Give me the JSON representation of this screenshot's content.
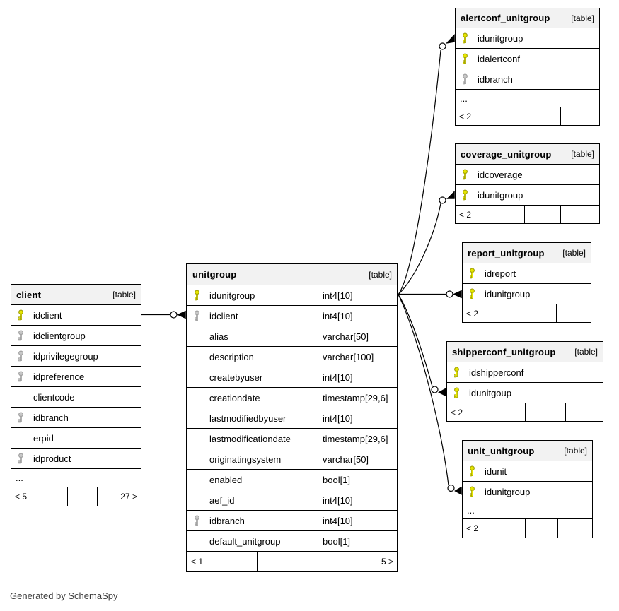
{
  "credit": "Generated by SchemaSpy",
  "colors": {
    "primary_key": "#e6e600",
    "primary_key_outline": "#999900",
    "foreign_key": "#c8c8c8",
    "foreign_key_outline": "#9a9a9a",
    "header_bg": "#f2f2f2",
    "border": "#000000"
  },
  "tables": [
    {
      "id": "client",
      "name": "client",
      "tag": "[table]",
      "rows": [
        {
          "field": "idclient",
          "key": "pk"
        },
        {
          "field": "idclientgroup",
          "key": "fk"
        },
        {
          "field": "idprivilegegroup",
          "key": "fk"
        },
        {
          "field": "idpreference",
          "key": "fk"
        },
        {
          "field": "clientcode",
          "key": ""
        },
        {
          "field": "idbranch",
          "key": "fk"
        },
        {
          "field": "erpid",
          "key": ""
        },
        {
          "field": "idproduct",
          "key": "fk"
        }
      ],
      "ellipsis": "...",
      "footer": {
        "left": "< 5",
        "mid": "",
        "right": "27 >"
      }
    },
    {
      "id": "unitgroup",
      "name": "unitgroup",
      "tag": "[table]",
      "rows": [
        {
          "field": "idunitgroup",
          "key": "pk",
          "type": "int4[10]"
        },
        {
          "field": "idclient",
          "key": "fk",
          "type": "int4[10]"
        },
        {
          "field": "alias",
          "key": "",
          "type": "varchar[50]"
        },
        {
          "field": "description",
          "key": "",
          "type": "varchar[100]"
        },
        {
          "field": "createbyuser",
          "key": "",
          "type": "int4[10]"
        },
        {
          "field": "creationdate",
          "key": "",
          "type": "timestamp[29,6]"
        },
        {
          "field": "lastmodifiedbyuser",
          "key": "",
          "type": "int4[10]"
        },
        {
          "field": "lastmodificationdate",
          "key": "",
          "type": "timestamp[29,6]"
        },
        {
          "field": "originatingsystem",
          "key": "",
          "type": "varchar[50]"
        },
        {
          "field": "enabled",
          "key": "",
          "type": "bool[1]"
        },
        {
          "field": "aef_id",
          "key": "",
          "type": "int4[10]"
        },
        {
          "field": "idbranch",
          "key": "fk",
          "type": "int4[10]"
        },
        {
          "field": "default_unitgroup",
          "key": "",
          "type": "bool[1]"
        }
      ],
      "footer": {
        "left": "< 1",
        "mid": "",
        "right": "5 >"
      }
    },
    {
      "id": "alertconf_unitgroup",
      "name": "alertconf_unitgroup",
      "tag": "[table]",
      "rows": [
        {
          "field": "idunitgroup",
          "key": "pk"
        },
        {
          "field": "idalertconf",
          "key": "pk"
        },
        {
          "field": "idbranch",
          "key": "fk"
        }
      ],
      "ellipsis": "...",
      "footer": {
        "left": "< 2",
        "mid": "",
        "right": ""
      }
    },
    {
      "id": "coverage_unitgroup",
      "name": "coverage_unitgroup",
      "tag": "[table]",
      "rows": [
        {
          "field": "idcoverage",
          "key": "pk"
        },
        {
          "field": "idunitgroup",
          "key": "pk"
        }
      ],
      "footer": {
        "left": "< 2",
        "mid": "",
        "right": ""
      }
    },
    {
      "id": "report_unitgroup",
      "name": "report_unitgroup",
      "tag": "[table]",
      "rows": [
        {
          "field": "idreport",
          "key": "pk"
        },
        {
          "field": "idunitgroup",
          "key": "pk"
        }
      ],
      "footer": {
        "left": "< 2",
        "mid": "",
        "right": ""
      }
    },
    {
      "id": "shipperconf_unitgroup",
      "name": "shipperconf_unitgroup",
      "tag": "[table]",
      "rows": [
        {
          "field": "idshipperconf",
          "key": "pk"
        },
        {
          "field": "idunitgoup",
          "key": "pk"
        }
      ],
      "footer": {
        "left": "< 2",
        "mid": "",
        "right": ""
      }
    },
    {
      "id": "unit_unitgroup",
      "name": "unit_unitgroup",
      "tag": "[table]",
      "rows": [
        {
          "field": "idunit",
          "key": "pk"
        },
        {
          "field": "idunitgroup",
          "key": "pk"
        }
      ],
      "ellipsis": "...",
      "footer": {
        "left": "< 2",
        "mid": "",
        "right": ""
      }
    }
  ]
}
